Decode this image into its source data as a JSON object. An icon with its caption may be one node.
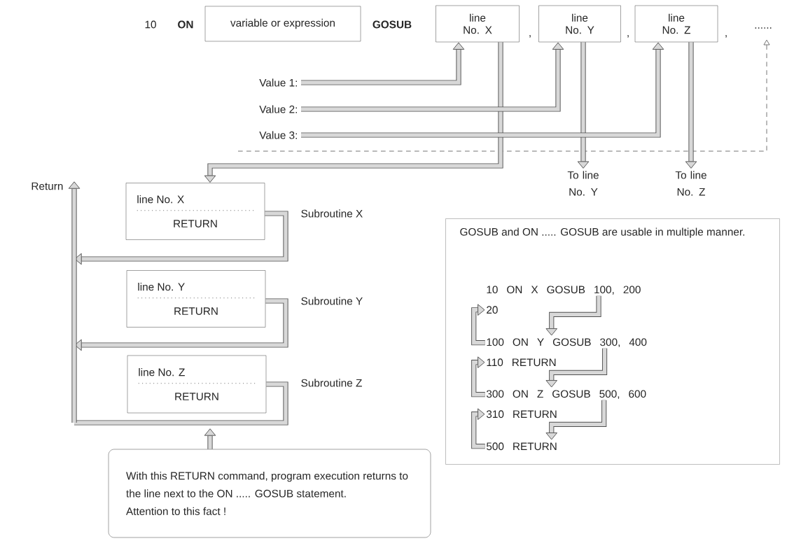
{
  "diagram": {
    "nodes": [
      {
        "text": [
          "variable or expression"
        ]
      },
      {
        "text": [
          "line No. X"
        ]
      },
      {
        "text": [
          "line No. Y"
        ]
      },
      {
        "text": [
          "line No. Z"
        ]
      },
      {
        "text": [
          "......"
        ]
      },
      {
        "text": [
          "Value 1:"
        ]
      },
      {
        "text": [
          "Value 2:"
        ]
      },
      {
        "text": [
          "Value 3:"
        ]
      },
      {
        "text": [
          "To line No. Y"
        ]
      },
      {
        "text": [
          "To line No. Z"
        ]
      },
      {
        "text": [
          "Return"
        ]
      },
      {
        "text": [
          "line No. X",
          "RETURN"
        ]
      },
      {
        "text": [
          "line No. Y",
          "RETURN"
        ]
      },
      {
        "text": [
          "line No. Z",
          "RETURN"
        ]
      },
      {
        "text": [
          "With this RETURN command, program execution returns to the line next to the ON ..... GOSUB statement.",
          "Attention to this fact !"
        ]
      },
      {
        "text": [
          "GOSUB and ON ..... GOSUB are usable in multiple manner."
        ]
      },
      {
        "text": [
          "10 ON X GOSUB 100, 200"
        ],
        "in": 15
      },
      {
        "text": [
          "20"
        ],
        "in": 15
      },
      {
        "text": [
          "100 ON Y GOSUB 300, 400"
        ],
        "in": 15
      },
      {
        "text": [
          "110 RETURN"
        ],
        "in": 15
      },
      {
        "text": [
          "300 ON Z GOSUB 500, 600"
        ],
        "in": 15
      },
      {
        "text": [
          "310 RETURN"
        ],
        "in": 15
      },
      {
        "text": [
          "500 RETURN"
        ],
        "in": 15
      }
    ],
    "edges": [
      {
        "from": 5,
        "to": 1,
        "arrow": "to"
      },
      {
        "from": 6,
        "to": 2,
        "arrow": "to"
      },
      {
        "from": 7,
        "to": 3,
        "arrow": "to"
      },
      {
        "from": 1,
        "to": 11,
        "arrow": "to"
      },
      {
        "from": 2,
        "to": 8,
        "arrow": "to"
      },
      {
        "from": 3,
        "to": 9,
        "arrow": "to"
      },
      {
        "from": null,
        "to": 4,
        "arrow": "to",
        "style": "dashed"
      },
      {
        "from": 11,
        "to": 10,
        "arrow": "to"
      },
      {
        "from": 12,
        "to": 10,
        "arrow": "to"
      },
      {
        "from": 13,
        "to": 10,
        "arrow": "to"
      },
      {
        "from": 14,
        "to": null,
        "arrow": "to"
      },
      {
        "from": 16,
        "to": 18,
        "arrow": "to"
      },
      {
        "from": 18,
        "to": 17,
        "arrow": "to"
      },
      {
        "from": 18,
        "to": 20,
        "arrow": "to"
      },
      {
        "from": 20,
        "to": 19,
        "arrow": "to"
      },
      {
        "from": 20,
        "to": 22,
        "arrow": "to"
      },
      {
        "from": 22,
        "to": 21,
        "arrow": "to"
      }
    ],
    "labels": [
      "10",
      "ON",
      "GOSUB",
      ",",
      ",",
      ",",
      "Subroutine X",
      "Subroutine Y",
      "Subroutine Z"
    ]
  }
}
